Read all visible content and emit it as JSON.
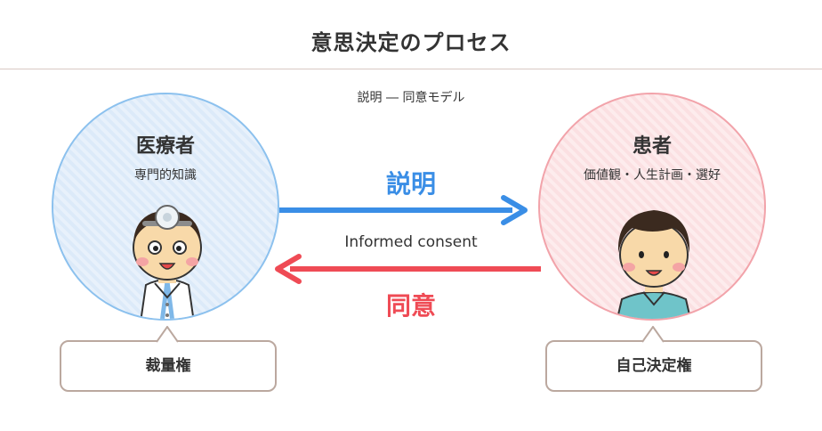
{
  "title": "意思決定のプロセス",
  "subtitle": "説明 ― 同意モデル",
  "provider": {
    "name": "医療者",
    "attribute": "専門的知識",
    "bubble": "裁量権"
  },
  "patient": {
    "name": "患者",
    "attribute": "価値観・人生計画・選好",
    "bubble": "自己決定権"
  },
  "arrows": {
    "explain_label": "説明",
    "consent_label": "同意",
    "middle_label": "Informed consent"
  },
  "colors": {
    "explain": "#3a8ee6",
    "consent": "#ef4b55",
    "provider_border": "#8cc1ee",
    "patient_border": "#f2a3aa"
  },
  "icons": {
    "provider": "doctor-illustration-icon",
    "patient": "patient-illustration-icon"
  }
}
